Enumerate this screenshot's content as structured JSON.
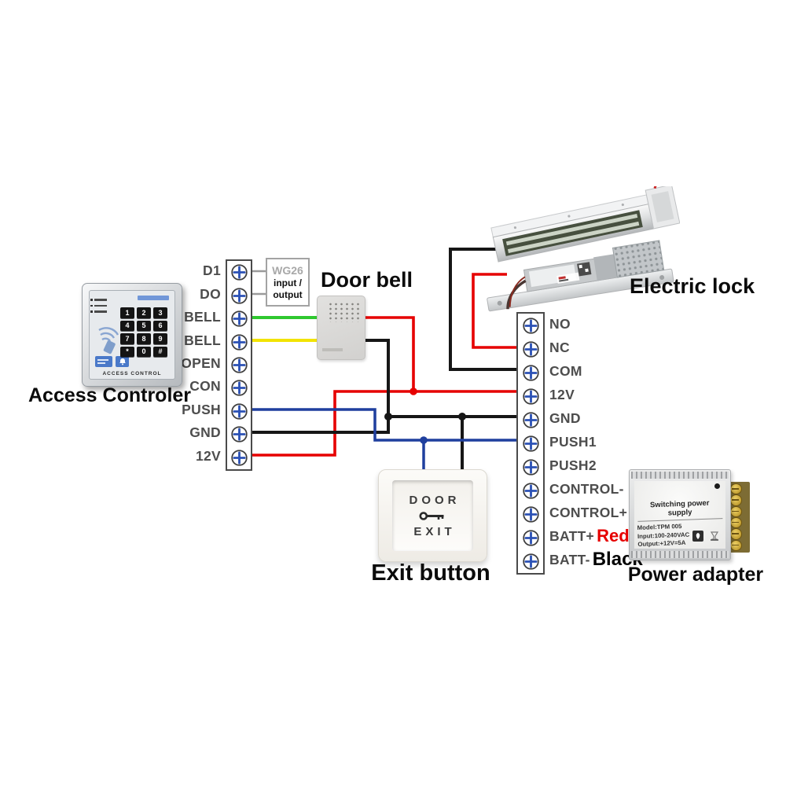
{
  "headings": {
    "access_controller": "Access Controler",
    "door_bell": "Door bell",
    "electric_lock": "Electric lock",
    "exit_button": "Exit button",
    "power_adapter": "Power adapter"
  },
  "wg26_box": {
    "title": "WG26",
    "line1": "input /",
    "line2": "output"
  },
  "strips": {
    "left": {
      "rows": [
        {
          "label": "D1"
        },
        {
          "label": "DO"
        },
        {
          "label": "BELL"
        },
        {
          "label": "BELL"
        },
        {
          "label": "OPEN"
        },
        {
          "label": "CON"
        },
        {
          "label": "PUSH"
        },
        {
          "label": "GND"
        },
        {
          "label": "12V"
        }
      ]
    },
    "right": {
      "rows": [
        {
          "label": "NO"
        },
        {
          "label": "NC"
        },
        {
          "label": "COM"
        },
        {
          "label": "12V"
        },
        {
          "label": "GND"
        },
        {
          "label": "PUSH1"
        },
        {
          "label": "PUSH2"
        },
        {
          "label": "CONTROL-"
        },
        {
          "label": "CONTROL+"
        },
        {
          "label": "BATT+",
          "note": "Red",
          "note_color": "#e60000"
        },
        {
          "label": "BATT-",
          "note": "Black",
          "note_color": "#000000"
        }
      ]
    }
  },
  "controller": {
    "keys": [
      "1",
      "2",
      "3",
      "4",
      "5",
      "6",
      "7",
      "8",
      "9",
      "*",
      "0",
      "#"
    ],
    "footer": "ACCESS CONTROL"
  },
  "exit_button": {
    "line1": "DOOR",
    "line2": "EXIT"
  },
  "power_adapter": {
    "title": "Switching power supply",
    "model": "Model:TPM 005",
    "input": "Input:100-240VAC",
    "output": "Output:+12V=5A"
  },
  "wire_colors": {
    "gray": "#9a9a9a",
    "green": "#2fc82f",
    "yellow": "#f2e300",
    "blue": "#1f3f9e",
    "black": "#161616",
    "red": "#e60000"
  },
  "colors": {
    "terminal_ring": "#3f3f3f",
    "terminal_plus": "#2b51b5",
    "label_gray": "#4d4d4d"
  },
  "connections": [
    {
      "from": "D1",
      "to": "WG26 input/output",
      "color": "gray"
    },
    {
      "from": "DO",
      "to": "WG26 input/output",
      "color": "gray"
    },
    {
      "from": "BELL",
      "to": "Door bell",
      "color": "green"
    },
    {
      "from": "BELL",
      "to": "Door bell",
      "color": "yellow"
    },
    {
      "from": "Door bell",
      "to": "12V bus",
      "color": "red"
    },
    {
      "from": "Door bell",
      "to": "GND bus",
      "color": "black"
    },
    {
      "from": "PUSH",
      "to": "PUSH1",
      "color": "blue"
    },
    {
      "from": "PUSH/PUSH1 bus",
      "to": "Exit button",
      "color": "blue"
    },
    {
      "from": "GND",
      "to": "GND",
      "color": "black"
    },
    {
      "from": "GND bus",
      "to": "Exit button",
      "color": "black"
    },
    {
      "from": "12V",
      "to": "12V",
      "color": "red"
    },
    {
      "from": "Electric lock",
      "to": "COM",
      "color": "black"
    },
    {
      "from": "Electric lock",
      "to": "NC",
      "color": "red"
    }
  ]
}
